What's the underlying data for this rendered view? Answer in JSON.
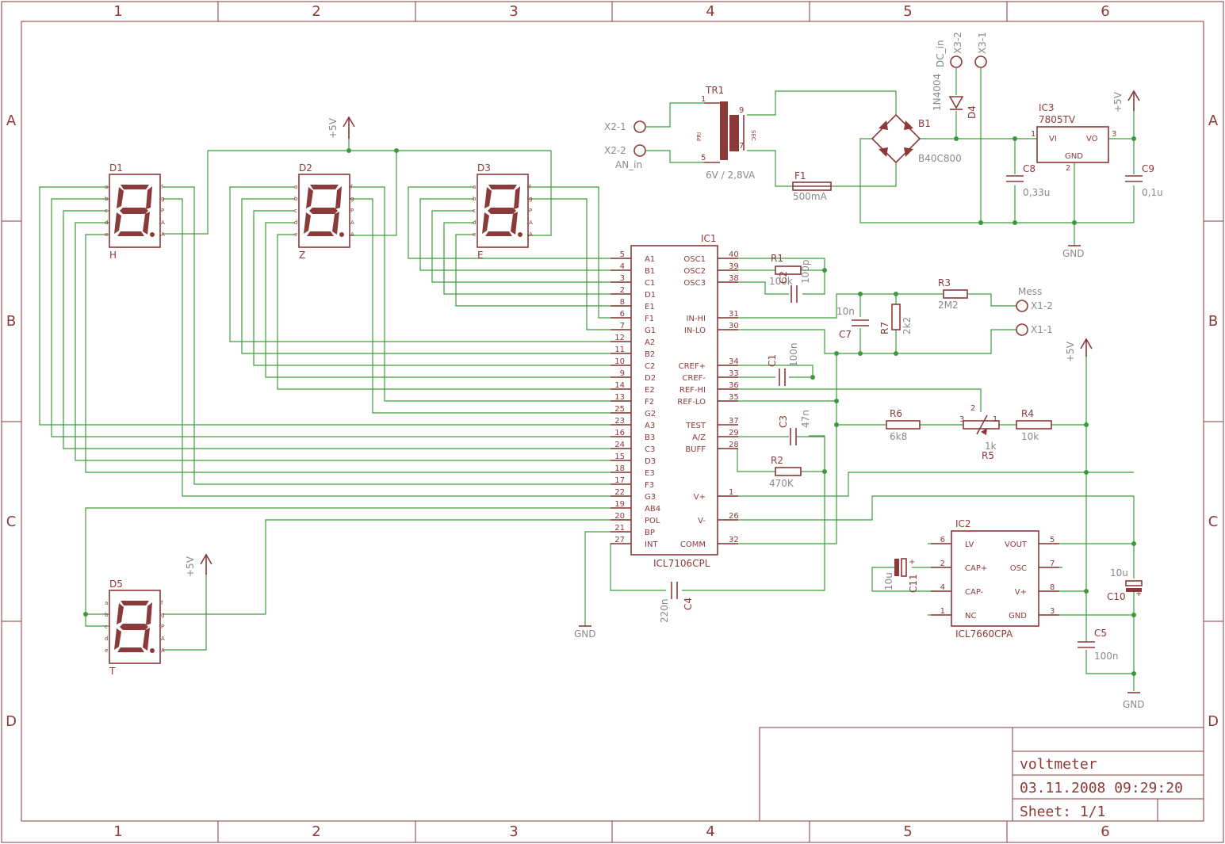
{
  "sheet": {
    "columns": [
      "1",
      "2",
      "3",
      "4",
      "5",
      "6"
    ],
    "rows": [
      "A",
      "B",
      "C",
      "D"
    ],
    "title": "voltmeter",
    "date": "03.11.2008 09:29:20",
    "sheet_no": "Sheet: 1/1"
  },
  "colors": {
    "frame": "#8b3a3a",
    "wire": "#3c9a3c",
    "value": "#8a8a8a"
  },
  "displays": [
    {
      "name": "D1",
      "value": "H",
      "pins_left": [
        "a",
        "b",
        "c",
        "d",
        "e"
      ],
      "pins_right": [
        "f",
        "g",
        "P",
        "A",
        "A"
      ]
    },
    {
      "name": "D2",
      "value": "Z",
      "pins_left": [
        "a",
        "b",
        "c",
        "d",
        "e"
      ],
      "pins_right": [
        "f",
        "g",
        "P",
        "A",
        "A"
      ]
    },
    {
      "name": "D3",
      "value": "E",
      "pins_left": [
        "a",
        "b",
        "c",
        "d",
        "e"
      ],
      "pins_right": [
        "f",
        "g",
        "P",
        "A",
        "A"
      ]
    },
    {
      "name": "D5",
      "value": "T",
      "pins_left": [
        "a",
        "b",
        "c",
        "d",
        "e"
      ],
      "pins_right": [
        "f",
        "g",
        "P",
        "A",
        "A"
      ]
    }
  ],
  "ic1": {
    "name": "IC1",
    "value": "ICL7106CPL",
    "left_pins": [
      {
        "num": "5",
        "name": "A1"
      },
      {
        "num": "4",
        "name": "B1"
      },
      {
        "num": "3",
        "name": "C1"
      },
      {
        "num": "2",
        "name": "D1"
      },
      {
        "num": "8",
        "name": "E1"
      },
      {
        "num": "6",
        "name": "F1"
      },
      {
        "num": "7",
        "name": "G1"
      },
      {
        "num": "12",
        "name": "A2"
      },
      {
        "num": "11",
        "name": "B2"
      },
      {
        "num": "10",
        "name": "C2"
      },
      {
        "num": "9",
        "name": "D2"
      },
      {
        "num": "14",
        "name": "E2"
      },
      {
        "num": "13",
        "name": "F2"
      },
      {
        "num": "25",
        "name": "G2"
      },
      {
        "num": "23",
        "name": "A3"
      },
      {
        "num": "16",
        "name": "B3"
      },
      {
        "num": "24",
        "name": "C3"
      },
      {
        "num": "15",
        "name": "D3"
      },
      {
        "num": "18",
        "name": "E3"
      },
      {
        "num": "17",
        "name": "F3"
      },
      {
        "num": "22",
        "name": "G3"
      },
      {
        "num": "19",
        "name": "AB4"
      },
      {
        "num": "20",
        "name": "POL"
      },
      {
        "num": "21",
        "name": "BP"
      },
      {
        "num": "27",
        "name": "INT"
      }
    ],
    "right_pins": [
      {
        "num": "40",
        "name": "OSC1"
      },
      {
        "num": "39",
        "name": "OSC2"
      },
      {
        "num": "38",
        "name": "OSC3"
      },
      {
        "num": "",
        "name": ""
      },
      {
        "num": "",
        "name": ""
      },
      {
        "num": "31",
        "name": "IN-HI"
      },
      {
        "num": "30",
        "name": "IN-LO"
      },
      {
        "num": "",
        "name": ""
      },
      {
        "num": "",
        "name": ""
      },
      {
        "num": "34",
        "name": "CREF+"
      },
      {
        "num": "33",
        "name": "CREF-"
      },
      {
        "num": "36",
        "name": "REF-HI"
      },
      {
        "num": "35",
        "name": "REF-LO"
      },
      {
        "num": "",
        "name": ""
      },
      {
        "num": "37",
        "name": "TEST"
      },
      {
        "num": "29",
        "name": "A/Z"
      },
      {
        "num": "28",
        "name": "BUFF"
      },
      {
        "num": "",
        "name": ""
      },
      {
        "num": "",
        "name": ""
      },
      {
        "num": "",
        "name": ""
      },
      {
        "num": "1",
        "name": "V+"
      },
      {
        "num": "",
        "name": ""
      },
      {
        "num": "26",
        "name": "V-"
      },
      {
        "num": "",
        "name": ""
      },
      {
        "num": "32",
        "name": "COMM"
      }
    ]
  },
  "ic2": {
    "name": "IC2",
    "value": "ICL7660CPA",
    "left_pins": [
      {
        "num": "6",
        "name": "LV"
      },
      {
        "num": "2",
        "name": "CAP+"
      },
      {
        "num": "4",
        "name": "CAP-"
      },
      {
        "num": "1",
        "name": "NC"
      }
    ],
    "right_pins": [
      {
        "num": "5",
        "name": "VOUT"
      },
      {
        "num": "7",
        "name": "OSC"
      },
      {
        "num": "8",
        "name": "V+"
      },
      {
        "num": "3",
        "name": "GND"
      }
    ]
  },
  "ic3": {
    "name": "IC3",
    "value": "7805TV",
    "pin_vi": "VI",
    "pin_vo": "VO",
    "pin_gnd": "GND",
    "num_vi": "1",
    "num_vo": "3",
    "num_gnd": "2"
  },
  "transformer": {
    "name": "TR1",
    "value": "6V / 2,8VA",
    "pri": "PRI",
    "sec": "SEC",
    "p1": "1",
    "p5": "5",
    "p9": "9",
    "p7": "7"
  },
  "bridge": {
    "name": "B1",
    "value": "B40C800"
  },
  "fuse": {
    "name": "F1",
    "value": "500mA"
  },
  "diode": {
    "name": "D4",
    "value": "1N4004"
  },
  "resistors": [
    {
      "name": "R1",
      "value": "100k"
    },
    {
      "name": "R2",
      "value": "470K"
    },
    {
      "name": "R3",
      "value": "2M2"
    },
    {
      "name": "R4",
      "value": "10k"
    },
    {
      "name": "R6",
      "value": "6k8"
    },
    {
      "name": "R7",
      "value": "2k2"
    }
  ],
  "pot": {
    "name": "R5",
    "value": "1k",
    "p1": "1",
    "p2": "2",
    "p3": "3"
  },
  "capacitors": [
    {
      "name": "C1",
      "value": "100n"
    },
    {
      "name": "C2",
      "value": "100p"
    },
    {
      "name": "C3",
      "value": "47n"
    },
    {
      "name": "C4",
      "value": "220n"
    },
    {
      "name": "C5",
      "value": "100n"
    },
    {
      "name": "C7",
      "value": "10n"
    },
    {
      "name": "C8",
      "value": "0,33u"
    },
    {
      "name": "C9",
      "value": "0,1u"
    },
    {
      "name": "C10",
      "value": "10u"
    },
    {
      "name": "C11",
      "value": "10u"
    }
  ],
  "connectors": [
    {
      "name": "X2-1"
    },
    {
      "name": "X2-2",
      "value": "AN_in"
    },
    {
      "name": "X3-2",
      "value": "DC_in"
    },
    {
      "name": "X3-1"
    },
    {
      "name": "X1-2",
      "value": "Mess"
    },
    {
      "name": "X1-1"
    }
  ],
  "supplies": {
    "vcc": "+5V",
    "gnd": "GND"
  }
}
